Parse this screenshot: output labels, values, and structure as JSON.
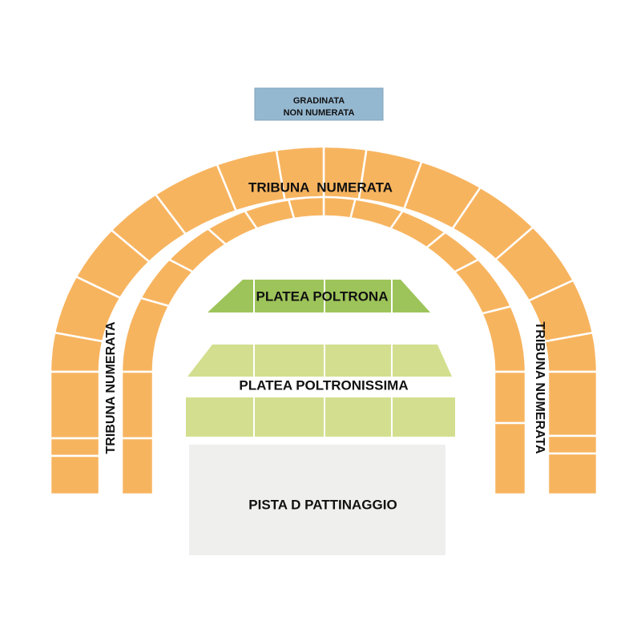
{
  "sections": {
    "gradinata": {
      "line1": "GRADINATA",
      "line2": "NON NUMERATA",
      "color": "#95b8d1"
    },
    "tribuna_top": {
      "label": "TRIBUNA  NUMERATA",
      "color": "#f7b45f"
    },
    "tribuna_left": {
      "label": "TRIBUNA NUMERATA",
      "color": "#f7b45f"
    },
    "tribuna_right": {
      "label": "TRIBUNA NUMERATA",
      "color": "#f7b45f"
    },
    "platea_poltrona": {
      "label": "PLATEA POLTRONA",
      "color": "#9dc45a"
    },
    "platea_poltronissima": {
      "label": "PLATEA POLTRONISSIMA",
      "color": "#d3df8f"
    },
    "pista": {
      "label": "PISTA D PATTINAGGIO",
      "color": "#efefee"
    }
  }
}
